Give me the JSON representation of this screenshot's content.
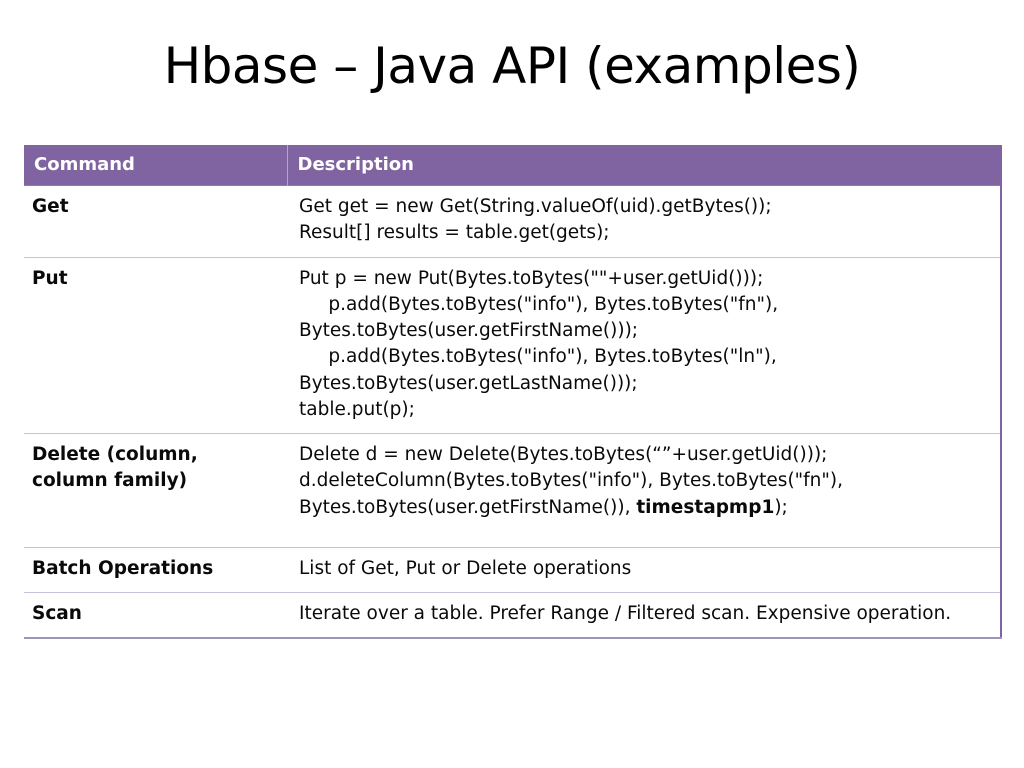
{
  "slide": {
    "title": "Hbase – Java API (examples)"
  },
  "table": {
    "accent_color": "#8064A2",
    "header_text_color": "#FFFFFF",
    "row_border_color": "#C8BEDE",
    "columns": [
      {
        "key": "command",
        "label": "Command"
      },
      {
        "key": "description",
        "label": "Description"
      }
    ],
    "rows": [
      {
        "command": "Get",
        "description": "Get get = new Get(String.valueOf(uid).getBytes());\nResult[] results = table.get(gets);"
      },
      {
        "command": "Put",
        "description": "Put p = new Put(Bytes.toBytes(\"\"+user.getUid()));\n     p.add(Bytes.toBytes(\"info\"), Bytes.toBytes(\"fn\"),\nBytes.toBytes(user.getFirstName()));\n     p.add(Bytes.toBytes(\"info\"), Bytes.toBytes(\"ln\"),\nBytes.toBytes(user.getLastName()));\ntable.put(p);"
      },
      {
        "command": "Delete (column, column family)",
        "description_part1": "Delete d = new Delete(Bytes.toBytes(“”+user.getUid()));\nd.deleteColumn(Bytes.toBytes(\"info\"), Bytes.toBytes(\"fn\"),\nBytes.toBytes(user.getFirstName()), ",
        "description_bold": "timestapmp1",
        "description_part2": ");"
      },
      {
        "command": "Batch Operations",
        "description": "List of Get, Put or Delete operations"
      },
      {
        "command": "Scan",
        "description": "Iterate over a table. Prefer Range / Filtered scan. Expensive operation."
      }
    ]
  }
}
